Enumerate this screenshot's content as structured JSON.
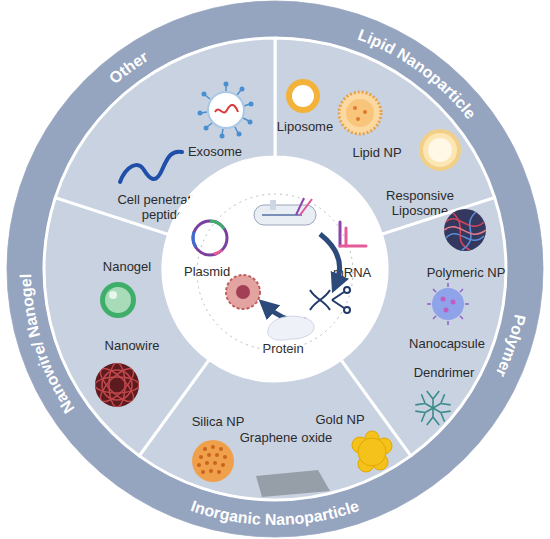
{
  "diagram": {
    "nodes": [
      {
        "text": [
          "Lipid Nanoparticle"
        ]
      },
      {
        "text": [
          "Liposome"
        ],
        "in": 0
      },
      {
        "text": [
          "Lipid NP"
        ],
        "in": 0
      },
      {
        "text": [
          "Responsive Liposome"
        ],
        "in": 0
      },
      {
        "text": [
          "Polymer"
        ]
      },
      {
        "text": [
          "Polymeric NP"
        ],
        "in": 4
      },
      {
        "text": [
          "Nanocapsule"
        ],
        "in": 4
      },
      {
        "text": [
          "Dendrimer"
        ],
        "in": 4
      },
      {
        "text": [
          "Inorganic Nanoparticle"
        ]
      },
      {
        "text": [
          "Silica NP"
        ],
        "in": 8
      },
      {
        "text": [
          "Gold NP"
        ],
        "in": 8
      },
      {
        "text": [
          "Graphene oxide"
        ],
        "in": 8
      },
      {
        "text": [
          "Nanowire/ Nanogel"
        ]
      },
      {
        "text": [
          "Nanogel"
        ],
        "in": 12
      },
      {
        "text": [
          "Nanowire"
        ],
        "in": 12
      },
      {
        "text": [
          "Other"
        ]
      },
      {
        "text": [
          "Exosome"
        ],
        "in": 15
      },
      {
        "text": [
          "Cell penetrating peptide"
        ],
        "in": 15
      },
      {
        "text": [
          "Plasmid",
          "mRNA",
          "Protein"
        ]
      }
    ]
  }
}
